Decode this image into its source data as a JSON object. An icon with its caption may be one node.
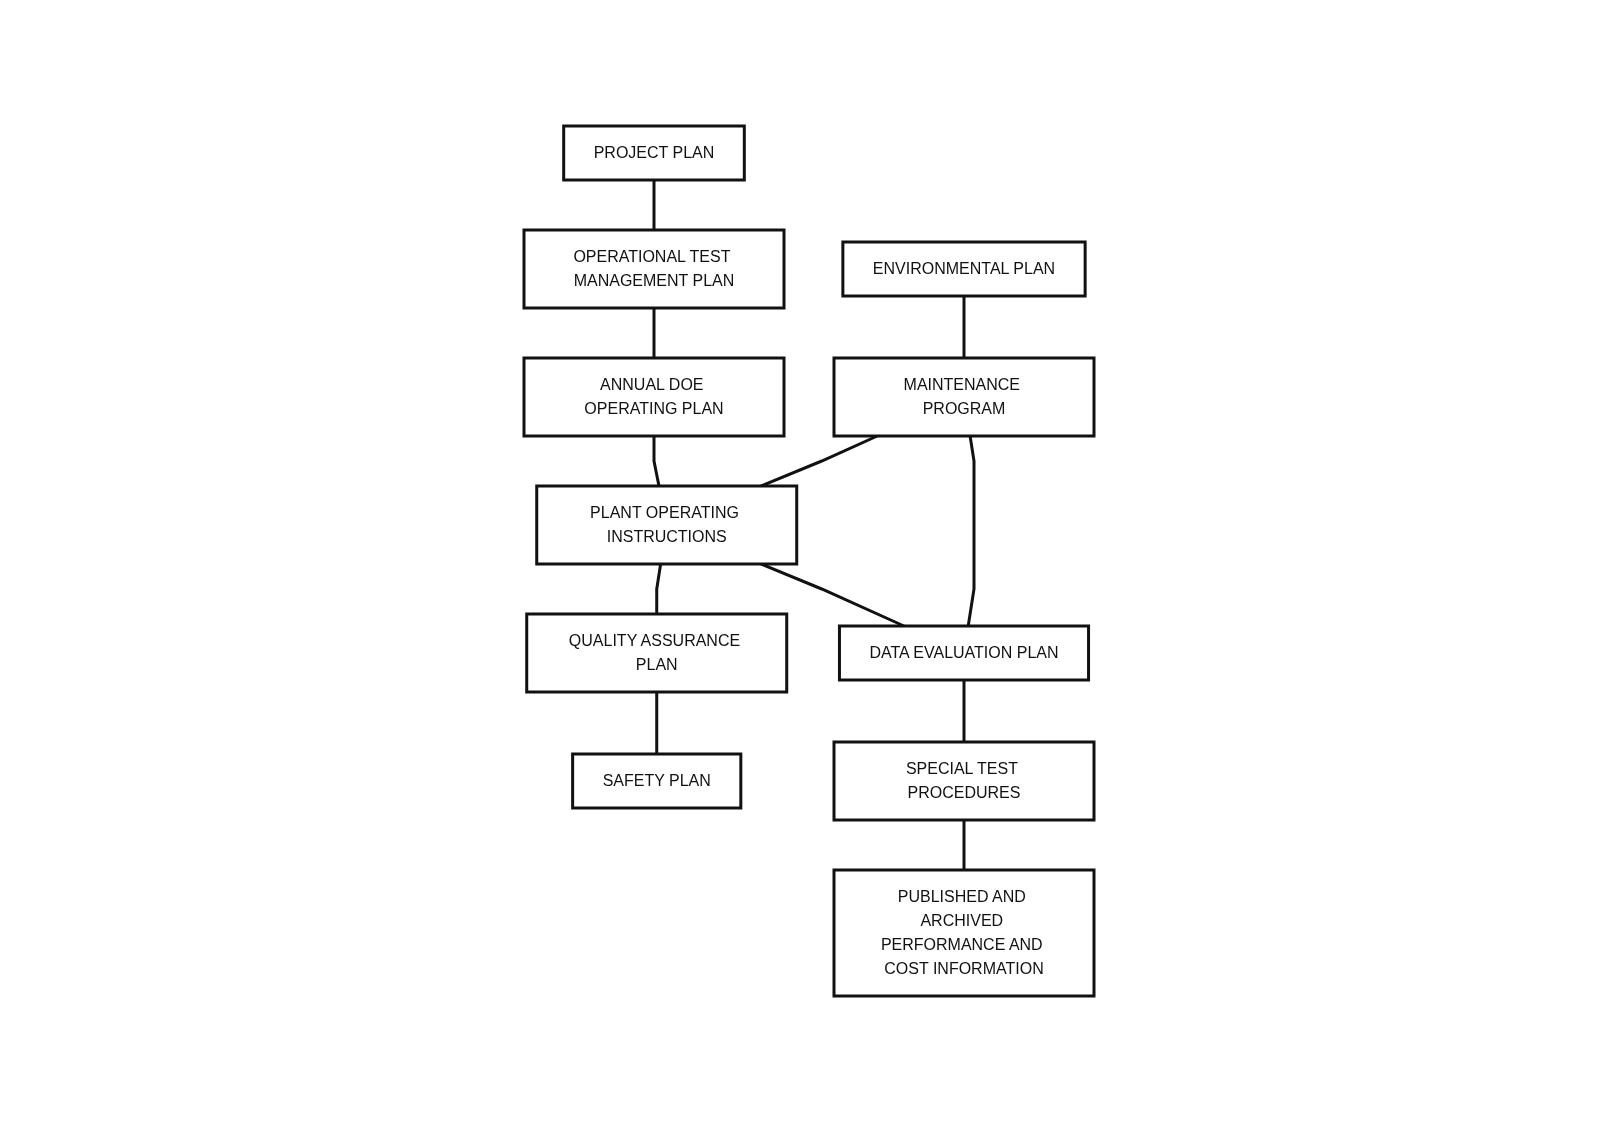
{
  "diagram": {
    "nodes": [
      {
        "text": [
          "PROJECT PLAN"
        ]
      },
      {
        "text": [
          "OPERATIONAL TEST MANAGEMENT PLAN"
        ]
      },
      {
        "text": [
          "ANNUAL DOE OPERATING PLAN"
        ]
      },
      {
        "text": [
          "ENVIRONMENTAL PLAN"
        ]
      },
      {
        "text": [
          "MAINTENANCE PROGRAM"
        ]
      },
      {
        "text": [
          "PLANT OPERATING INSTRUCTIONS"
        ]
      },
      {
        "text": [
          "QUALITY ASSURANCE PLAN"
        ]
      },
      {
        "text": [
          "SAFETY PLAN"
        ]
      },
      {
        "text": [
          "DATA EVALUATION PLAN"
        ]
      },
      {
        "text": [
          "SPECIAL TEST PROCEDURES"
        ]
      },
      {
        "text": [
          "PUBLISHED AND ARCHIVED PERFORMANCE AND COST INFORMATION"
        ]
      }
    ],
    "edges": [
      {
        "from": 0,
        "to": 1,
        "arrow": "none"
      },
      {
        "from": 1,
        "to": 2,
        "arrow": "none"
      },
      {
        "from": 2,
        "to": 5,
        "arrow": "none"
      },
      {
        "from": 3,
        "to": 4,
        "arrow": "none"
      },
      {
        "from": 4,
        "to": 5,
        "arrow": "none"
      },
      {
        "from": 5,
        "to": 6,
        "arrow": "none"
      },
      {
        "from": 6,
        "to": 7,
        "arrow": "none"
      },
      {
        "from": 5,
        "to": 8,
        "arrow": "none"
      },
      {
        "from": 4,
        "to": 8,
        "arrow": "none"
      },
      {
        "from": 8,
        "to": 9,
        "arrow": "none"
      },
      {
        "from": 9,
        "to": 10,
        "arrow": "none"
      }
    ]
  }
}
